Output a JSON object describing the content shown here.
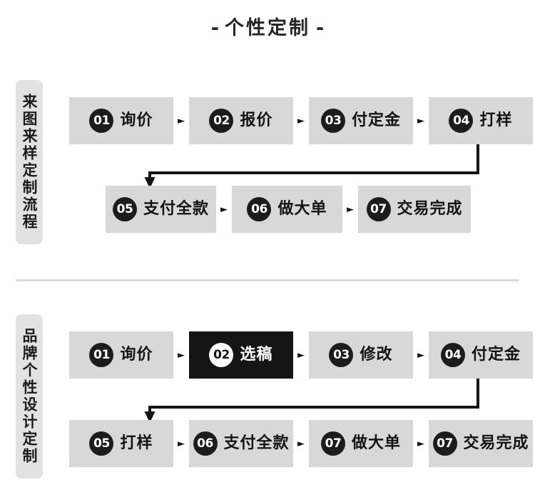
{
  "title": {
    "left_dash": "-",
    "text": "个性定制",
    "right_dash": "-"
  },
  "arrow_glyph": "►",
  "colors": {
    "box_bg": "#d8d8d8",
    "box_bg_highlight": "#151515",
    "badge_bg": "#1c1c1c",
    "badge_fg": "#ffffff",
    "side_label_bg": "#e2e2e2",
    "divider": "#dcdcdc",
    "text": "#141414",
    "page_bg": "#ffffff"
  },
  "sections": [
    {
      "id": "section-1",
      "side_label": "来图来样定制流程",
      "rows": [
        {
          "id": "row-1-top",
          "steps": [
            {
              "num": "01",
              "label": "询价",
              "highlight": false
            },
            {
              "num": "02",
              "label": "报价",
              "highlight": false
            },
            {
              "num": "03",
              "label": "付定金",
              "highlight": false
            },
            {
              "num": "04",
              "label": "打样",
              "highlight": false
            }
          ]
        },
        {
          "id": "row-1-bottom",
          "steps": [
            {
              "num": "05",
              "label": "支付全款",
              "highlight": false
            },
            {
              "num": "06",
              "label": "做大单",
              "highlight": false
            },
            {
              "num": "07",
              "label": "交易完成",
              "highlight": false
            }
          ]
        }
      ]
    },
    {
      "id": "section-2",
      "side_label": "品牌个性设计定制",
      "rows": [
        {
          "id": "row-2-top",
          "steps": [
            {
              "num": "01",
              "label": "询价",
              "highlight": false
            },
            {
              "num": "02",
              "label": "选稿",
              "highlight": true
            },
            {
              "num": "03",
              "label": "修改",
              "highlight": false
            },
            {
              "num": "04",
              "label": "付定金",
              "highlight": false
            }
          ]
        },
        {
          "id": "row-2-bottom",
          "steps": [
            {
              "num": "05",
              "label": "打样",
              "highlight": false
            },
            {
              "num": "06",
              "label": "支付全款",
              "highlight": false
            },
            {
              "num": "07",
              "label": "做大单",
              "highlight": false
            },
            {
              "num": "07",
              "label": "交易完成",
              "highlight": false
            }
          ]
        }
      ]
    }
  ]
}
